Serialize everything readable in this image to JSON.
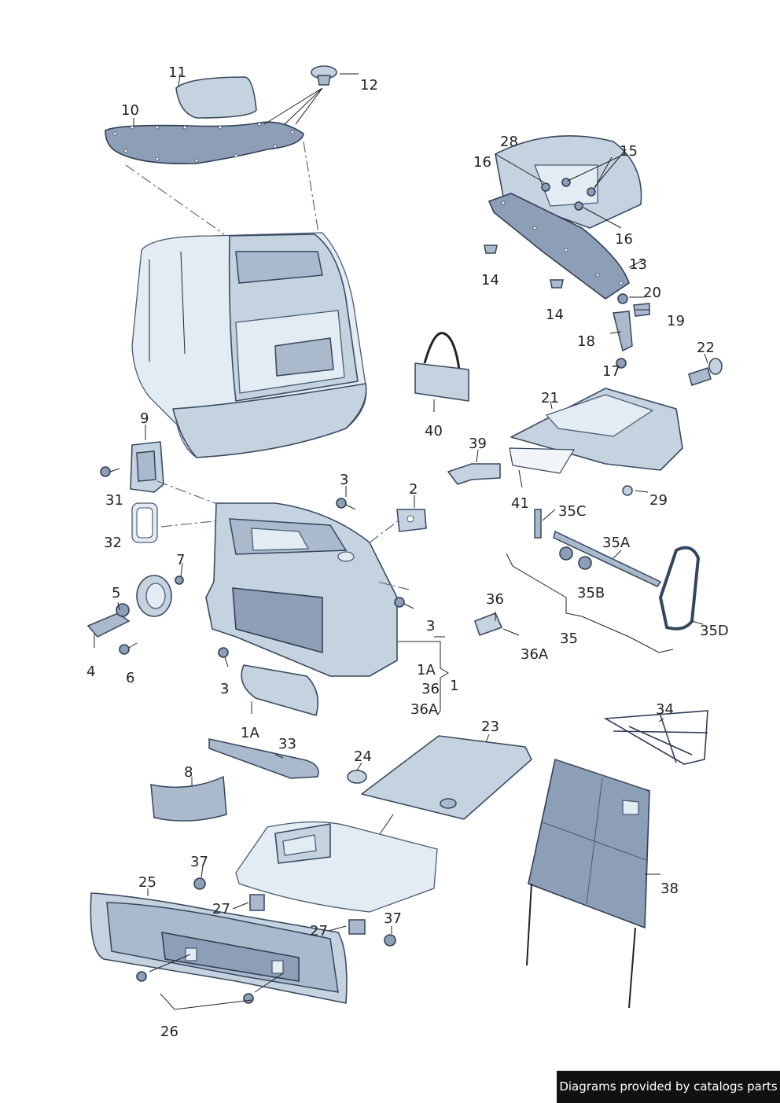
{
  "callouts": {
    "c1": "1",
    "c1a": "1A",
    "c1a_b": "1A",
    "c2": "2",
    "c3a": "3",
    "c3b": "3",
    "c3c": "3",
    "c4": "4",
    "c5": "5",
    "c6": "6",
    "c7": "7",
    "c8": "8",
    "c9": "9",
    "c10": "10",
    "c11": "11",
    "c12": "12",
    "c13": "13",
    "c14a": "14",
    "c14b": "14",
    "c15": "15",
    "c16a": "16",
    "c16b": "16",
    "c17": "17",
    "c18": "18",
    "c19": "19",
    "c20": "20",
    "c21": "21",
    "c22": "22",
    "c23": "23",
    "c24": "24",
    "c25": "25",
    "c26": "26",
    "c27a": "27",
    "c27b": "27",
    "c28": "28",
    "c29": "29",
    "c31": "31",
    "c32": "32",
    "c33": "33",
    "c34": "34",
    "c35": "35",
    "c35a": "35A",
    "c35b": "35B",
    "c35c": "35C",
    "c35d": "35D",
    "c36a": "36",
    "c36b": "36",
    "c36ab": "36A",
    "c36ac": "36A",
    "c37a": "37",
    "c37b": "37",
    "c38": "38",
    "c39": "39",
    "c40": "40",
    "c41": "41"
  },
  "footer": {
    "text": "Diagrams provided by catalogs parts"
  },
  "colors": {
    "part_fill": "#c5d3e0",
    "part_stroke": "#3a4b62",
    "badge_bg": "#111111"
  }
}
